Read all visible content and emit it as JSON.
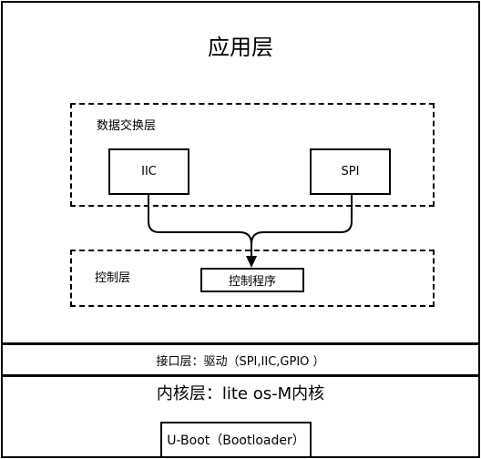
{
  "application_layer": {
    "title": "应用层"
  },
  "data_exchange_layer": {
    "label": "数据交换层",
    "iic": "IIC",
    "spi": "SPI"
  },
  "control_layer": {
    "label": "控制层",
    "program": "控制程序"
  },
  "interface_layer": {
    "label": "接口层：驱动（SPI,IIC,GPIO ）"
  },
  "kernel_layer": {
    "title": "内核层：lite os-M内核",
    "uboot": "U-Boot（Bootloader）"
  }
}
